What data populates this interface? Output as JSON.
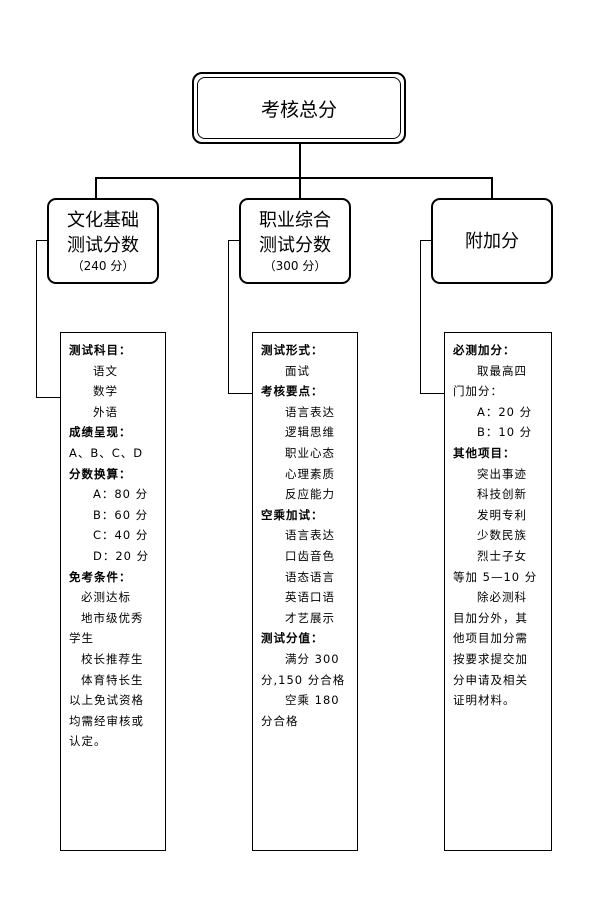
{
  "root": {
    "title": "考核总分"
  },
  "categories": [
    {
      "line1": "文化基础",
      "line2": "测试分数",
      "sub": "（240 分）"
    },
    {
      "line1": "职业综合",
      "line2": "测试分数",
      "sub": "（300 分）"
    },
    {
      "line1": "附加分"
    }
  ],
  "details": [
    [
      {
        "text": "测试科目：",
        "style": "heading"
      },
      {
        "text": "语文",
        "style": "indent"
      },
      {
        "text": "数学",
        "style": "indent"
      },
      {
        "text": "外语",
        "style": "indent"
      },
      {
        "text": "成绩呈现：",
        "style": "heading"
      },
      {
        "text": "A、B、C、D",
        "style": "plain"
      },
      {
        "text": "分数换算：",
        "style": "heading"
      },
      {
        "text": "A：80 分",
        "style": "indent"
      },
      {
        "text": "B：60 分",
        "style": "indent"
      },
      {
        "text": "C：40 分",
        "style": "indent"
      },
      {
        "text": "D：20 分",
        "style": "indent"
      },
      {
        "text": "免考条件：",
        "style": "heading"
      },
      {
        "text": "必测达标",
        "style": "indent2"
      },
      {
        "text": "地市级优秀",
        "style": "indent2"
      },
      {
        "text": "学生",
        "style": "plain"
      },
      {
        "text": "校长推荐生",
        "style": "indent2"
      },
      {
        "text": "体育特长生",
        "style": "indent2"
      },
      {
        "text": "以上免试资格",
        "style": "plain"
      },
      {
        "text": "均需经审核或",
        "style": "plain"
      },
      {
        "text": "认定。",
        "style": "plain"
      }
    ],
    [
      {
        "text": "测试形式：",
        "style": "heading"
      },
      {
        "text": "面试",
        "style": "indent"
      },
      {
        "text": "考核要点：",
        "style": "heading"
      },
      {
        "text": "语言表达",
        "style": "indent"
      },
      {
        "text": "逻辑思维",
        "style": "indent"
      },
      {
        "text": "职业心态",
        "style": "indent"
      },
      {
        "text": "心理素质",
        "style": "indent"
      },
      {
        "text": "反应能力",
        "style": "indent"
      },
      {
        "text": "空乘加试：",
        "style": "heading"
      },
      {
        "text": "语言表达",
        "style": "indent"
      },
      {
        "text": "口齿音色",
        "style": "indent"
      },
      {
        "text": "语态语言",
        "style": "indent"
      },
      {
        "text": "英语口语",
        "style": "indent"
      },
      {
        "text": "才艺展示",
        "style": "indent"
      },
      {
        "text": "测试分值：",
        "style": "heading"
      },
      {
        "text": "满分 300",
        "style": "indent"
      },
      {
        "text": "分,150 分合格",
        "style": "plain"
      },
      {
        "text": "空乘 180",
        "style": "indent"
      },
      {
        "text": "分合格",
        "style": "plain"
      }
    ],
    [
      {
        "text": "必测加分：",
        "style": "heading"
      },
      {
        "text": "取最高四",
        "style": "indent"
      },
      {
        "text": "门加分：",
        "style": "plain"
      },
      {
        "text": "A：20 分",
        "style": "indent"
      },
      {
        "text": "B：10 分",
        "style": "indent"
      },
      {
        "text": "其他项目：",
        "style": "heading"
      },
      {
        "text": "突出事迹",
        "style": "indent"
      },
      {
        "text": "科技创新",
        "style": "indent"
      },
      {
        "text": "发明专利",
        "style": "indent"
      },
      {
        "text": "少数民族",
        "style": "indent"
      },
      {
        "text": "烈士子女",
        "style": "indent"
      },
      {
        "text": "等加 5—10 分",
        "style": "plain"
      },
      {
        "text": "除必测科",
        "style": "indent"
      },
      {
        "text": "目加分外，其",
        "style": "plain"
      },
      {
        "text": "他项目加分需",
        "style": "plain"
      },
      {
        "text": "按要求提交加",
        "style": "plain"
      },
      {
        "text": "分申请及相关",
        "style": "plain"
      },
      {
        "text": "证明材料。",
        "style": "plain"
      }
    ]
  ]
}
